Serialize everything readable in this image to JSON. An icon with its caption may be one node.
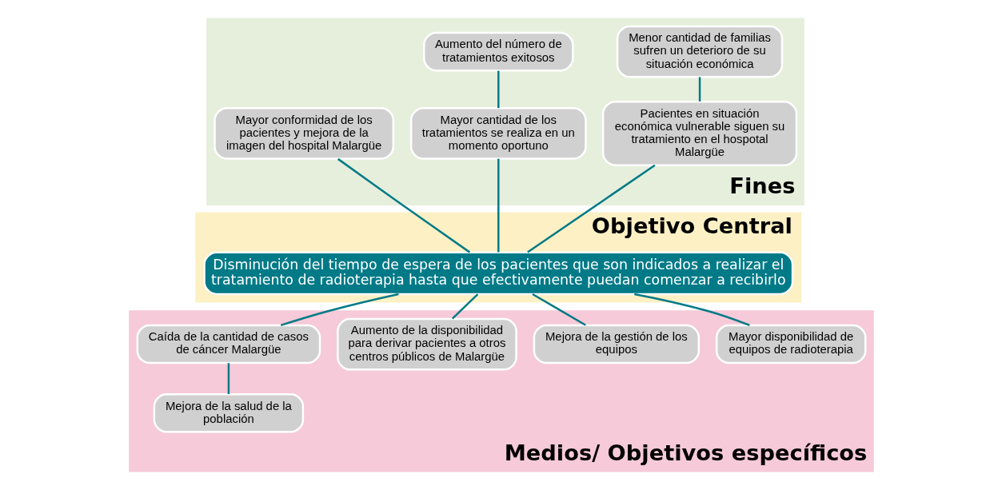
{
  "diagram": {
    "nodes": [
      {
        "text": [
          "Fines"
        ]
      },
      {
        "text": [
          "Menor cantidad de familias sufren un deterioro de su situación económica"
        ],
        "in": 0
      },
      {
        "text": [
          "Aumento del número de tratamientos exitosos"
        ],
        "in": 0
      },
      {
        "text": [
          "Mayor conformidad de los pacientes y mejora de la imagen del hospital Malargüe"
        ],
        "in": 0
      },
      {
        "text": [
          "Pacientes en situación económica vulnerable siguen su tratamiento en el hospotal Malargüe"
        ],
        "in": 0
      },
      {
        "text": [
          "Mayor cantidad de los tratamientos se realiza en un momento oportuno"
        ],
        "in": 0
      },
      {
        "text": [
          "Objetivo Central"
        ]
      },
      {
        "text": [
          "Disminución del tiempo de espera de los pacientes que son indicados a realizar el tratamiento de radioterapia hasta que efectivamente puedan comenzar a recibirlo"
        ],
        "in": 6
      },
      {
        "text": [
          "Medios/ Objetivos específicos"
        ]
      },
      {
        "text": [
          "Mayor disponibilidad de equipos de radioterapia"
        ],
        "in": 8
      },
      {
        "text": [
          "Mejora de la gestión de los equipos"
        ],
        "in": 8
      },
      {
        "text": [
          "Aumento de la disponibilidad para derivar pacientes a otros centros públicos de Malargüe"
        ],
        "in": 8
      },
      {
        "text": [
          "Caída de la cantidad de casos de cáncer Malargüe"
        ],
        "in": 8
      },
      {
        "text": [
          "Mejora de la salud de la población"
        ],
        "in": 8
      }
    ],
    "edges": [
      {
        "from": 1,
        "to": 4,
        "arrow": "none"
      },
      {
        "from": 2,
        "to": 5,
        "arrow": "none"
      },
      {
        "from": 3,
        "to": 7,
        "arrow": "none"
      },
      {
        "from": 4,
        "to": 7,
        "arrow": "none"
      },
      {
        "from": 5,
        "to": 7,
        "arrow": "none"
      },
      {
        "from": 7,
        "to": 9,
        "arrow": "none"
      },
      {
        "from": 7,
        "to": 10,
        "arrow": "none"
      },
      {
        "from": 7,
        "to": 11,
        "arrow": "none"
      },
      {
        "from": 7,
        "to": 12,
        "arrow": "none"
      },
      {
        "from": 12,
        "to": 13,
        "arrow": "none"
      }
    ]
  }
}
